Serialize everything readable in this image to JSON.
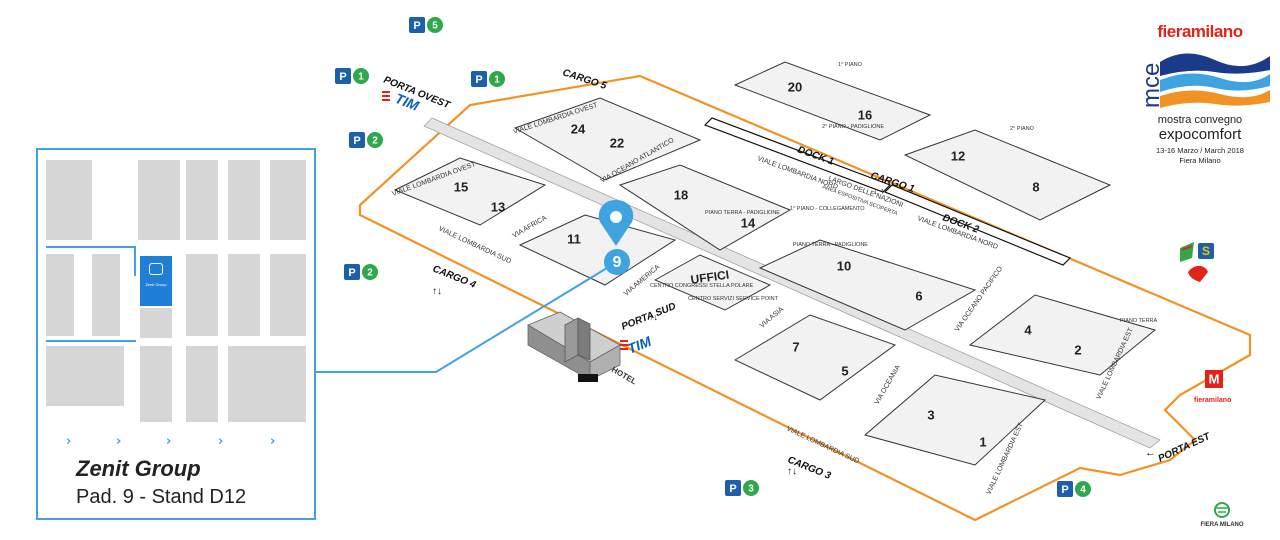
{
  "halls": [
    {
      "id": "20",
      "label": "20"
    },
    {
      "id": "16",
      "label": "16"
    },
    {
      "id": "24",
      "label": "24"
    },
    {
      "id": "22",
      "label": "22"
    },
    {
      "id": "15",
      "label": "15"
    },
    {
      "id": "13",
      "label": "13"
    },
    {
      "id": "18",
      "label": "18"
    },
    {
      "id": "14",
      "label": "14"
    },
    {
      "id": "11",
      "label": "11"
    },
    {
      "id": "12",
      "label": "12"
    },
    {
      "id": "8",
      "label": "8"
    },
    {
      "id": "10",
      "label": "10"
    },
    {
      "id": "6",
      "label": "6"
    },
    {
      "id": "4",
      "label": "4"
    },
    {
      "id": "2",
      "label": "2"
    },
    {
      "id": "7",
      "label": "7"
    },
    {
      "id": "5",
      "label": "5"
    },
    {
      "id": "3",
      "label": "3"
    },
    {
      "id": "1",
      "label": "1"
    }
  ],
  "uffici": "UFFICI",
  "hotel": "HOTEL",
  "centro_congressi": "CENTRO CONGRESSI STELLA POLARE",
  "centro_servizi": "CENTRO SERVIZI SERVICE POINT",
  "marker_hall": "9",
  "gates": {
    "porta_ovest": "PORTA OVEST",
    "porta_sud": "PORTA SUD",
    "porta_est": "PORTA EST",
    "tim": "TIM"
  },
  "cargo": {
    "c5": "CARGO 5",
    "c1": "CARGO 1",
    "c4": "CARGO 4",
    "c3": "CARGO 3"
  },
  "docks": {
    "d1": "DOCK 1",
    "d2": "DOCK 2"
  },
  "roads": {
    "lombardia_ovest_top": "VIALE LOMBARDIA OVEST",
    "lombardia_ovest_left": "VIALE LOMBARDIA OVEST",
    "oceano_atlantico": "VIA OCEANO ATLANTICO",
    "lombardia_nord_1": "VIALE LOMBARDIA NORD",
    "lombardia_nord_2": "VIALE LOMBARDIA NORD",
    "largo_nazioni": "LARGO DELLE NAZIONI",
    "area_espositiva": "AREA ESPOSITIVA SCOPERTA",
    "via_africa": "VIA AFRICA",
    "via_america": "VIA AMERICA",
    "via_asia": "VIA ASIA",
    "oceano_pacifico": "VIA OCEANO PACIFICO",
    "via_oceania": "VIA OCEANIA",
    "lombardia_sud_left": "VIALE LOMBARDIA SUD",
    "lombardia_sud_bottom": "VIALE LOMBARDIA SUD",
    "lombardia_est_1": "VIALE LOMBARDIA EST",
    "lombardia_est_2": "VIALE LOMBARDIA EST"
  },
  "floor_labels": {
    "piano1": "1° PIANO",
    "piano2": "2° PIANO",
    "pianoterra": "PIANO TERRA",
    "pianoterra_padiglione": "PIANO TERRA - PADIGLIONE",
    "piano2_padiglione": "2° PIANO - PADIGLIONE",
    "collegamento": "1° PIANO - COLLEGAMENTO"
  },
  "parking": [
    {
      "id": "p5",
      "num": "5"
    },
    {
      "id": "p1",
      "num": "1"
    },
    {
      "id": "p1b",
      "num": "1"
    },
    {
      "id": "p2a",
      "num": "2"
    },
    {
      "id": "p2b",
      "num": "2"
    },
    {
      "id": "p3",
      "num": "3"
    },
    {
      "id": "p4",
      "num": "4"
    }
  ],
  "parking_letter": "P",
  "metro_label": "fieramilano",
  "fiera_milano_bottom": "FIERA MILANO",
  "inset": {
    "company": "Zenit Group",
    "stand": "Pad. 9 - Stand D12",
    "stand_badge": "Zenit Group"
  },
  "logo": {
    "brand": "fieramilano",
    "acronym": "mce",
    "line1": "mostra convegno",
    "line2": "expocomfort",
    "dates": "13-16 Marzo / March 2018",
    "venue": "Fiera Milano"
  },
  "colors": {
    "perimeter": "#f39224",
    "highlight": "#3fa3e0",
    "parking": "#1d5fa8",
    "parking_num": "#2ea84a",
    "hall_fill": "#f2f2f2",
    "hall_stroke": "#333333",
    "tim": "#0b5fb7",
    "tim_bars": "#e2231a"
  }
}
